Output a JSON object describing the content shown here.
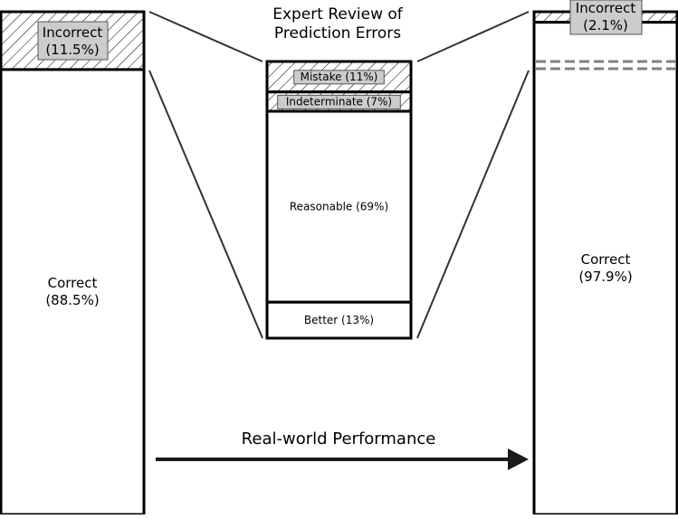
{
  "chart_data": {
    "type": "bar",
    "title": "Expert Review of Prediction Errors",
    "arrow_label": "Real-world Performance",
    "bars": {
      "left": {
        "segments": [
          {
            "key": "incorrect",
            "label": "Incorrect",
            "value": 11.5,
            "pct_text": "(11.5%)",
            "hatched": true
          },
          {
            "key": "correct",
            "label": "Correct",
            "value": 88.5,
            "pct_text": "(88.5%)",
            "hatched": false
          }
        ]
      },
      "middle": {
        "segments": [
          {
            "key": "mistake",
            "label": "Mistake (11%)",
            "value": 11,
            "hatched": true
          },
          {
            "key": "indeterminate",
            "label": "Indeterminate (7%)",
            "value": 7,
            "hatched": true
          },
          {
            "key": "reasonable",
            "label": "Reasonable (69%)",
            "value": 69,
            "hatched": false
          },
          {
            "key": "better",
            "label": "Better (13%)",
            "value": 13,
            "hatched": false
          }
        ]
      },
      "right": {
        "segments": [
          {
            "key": "incorrect",
            "label": "Incorrect",
            "value": 2.1,
            "pct_text": "(2.1%)",
            "hatched": true
          },
          {
            "key": "correct",
            "label": "Correct",
            "value": 97.9,
            "pct_text": "(97.9%)",
            "hatched": false
          }
        ]
      }
    },
    "colors": {
      "stroke": "#000000",
      "label_box": "#cccccc",
      "dash": "#808080",
      "hatch": "#000000"
    }
  }
}
